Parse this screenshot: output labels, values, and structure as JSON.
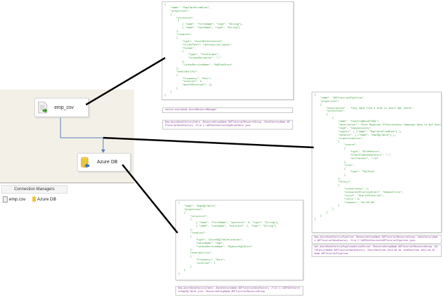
{
  "ssis": {
    "source_node": "emp_csv",
    "dest_node": "Azure DB",
    "connection_managers_tab": "Connection Managers",
    "connections": [
      "emp.csv",
      "Azure DB"
    ]
  },
  "blob_table": {
    "json": [
      "{",
      "    \"name\": \"EmpTableFromBlob\",",
      "    \"properties\":",
      "    {",
      "        \"structure\":",
      "         [",
      "            { \"name\": \"FirstName\", \"type\": \"String\"},",
      "            { \"name\": \"LastName\", \"type\": \"String\"}",
      "        ],",
      "        \"location\":",
      "        {",
      "            \"type\": \"AzureBlobLocation\",",
      "            \"folderPath\": \"adftutorial/input\",",
      "            \"format\":",
      "            {",
      "                \"type\": \"TextFormat\",",
      "                \"columnDelimiter\": \",\"",
      "            },",
      "            \"linkedServiceName\": \"MyBlobStore\"",
      "        },",
      "        \"availability\":",
      "        {",
      "            \"frequency\": \"hour\",",
      "            \"interval\": 1,",
      "            \"waitOnExternal\": {}",
      "        }",
      "    }",
      "}"
    ],
    "cmd1": "switch-azuremode AzureResourceManager",
    "cmd2": "New-AzureDataFactoryTable -ResourceGroupName ADFTutorialResourceGroup -DataFactoryName ADFTutorialDataFactory -File C:\\ADFGetStarted\\EmpBlobTable.json"
  },
  "pipeline": {
    "json": [
      "{",
      "    \"name\": \"ADFTutorialPipeline\",",
      "    \"properties\":",
      "    {",
      "        \"description\" : \"Copy data from a blob to Azure SQL table\",",
      "        \"activities\":",
      "        [",
      "            {",
      "                \"name\": \"CopyFromBlobToSQL\",",
      "                \"description\": \"Push Regional Effectiveness Campaign data to Sql Azure\",",
      "                \"type\": \"CopyActivity\",",
      "                \"inputs\": [ {\"name\": \"EmpTableFromBlob\"} ],",
      "                \"outputs\": [ {\"name\": \"EmpSQLTable\"} ],",
      "                \"transformation\":",
      "                {",
      "                    \"source\":",
      "                    {",
      "                        \"type\": \"BlobSource\",",
      "                        \"blobColumnSeparators\": \",\",",
      "                        \"nullValues\": \"\\\\N\"",
      "                    },",
      "                    \"sink\":",
      "                    {",
      "                        \"type\": \"SqlSink\"",
      "                    }",
      "                },",
      "                \"Policy\":",
      "                {",
      "                    \"concurrency\": 1,",
      "                    \"executionPriorityOrder\": \"NewestFirst\",",
      "                    \"style\": \"StartOfInterval\",",
      "                    \"retry\": 0,",
      "                    \"timeout\": \"01:00:00\"",
      "                }",
      "            }",
      "        ]",
      "    }",
      "}"
    ],
    "cmd1": "New-AzureDataFactoryPipeline -ResourceGroupName ADFTutorialResourceGroup -DataFactoryName ADFTutorialDataFactory -File C:\\ADFGetStarted\\ADFTutorialPipeline.json",
    "cmd2": "Set-AzureDataFactoryPipelineActivePeriod -ResourceGroupName ADFTutorialResourceGroup -DataFactoryName ADFTutorialDataFactory -StartDateTime 2014-09-29 -EndDateTime 2014-09-30 -Name ADFTutorialPipeline"
  },
  "sql_table": {
    "json": [
      "{",
      "    \"name\": \"EmpSQLTable\",",
      "    \"properties\":",
      "    {",
      "        \"structure\":",
      "        [",
      "            { \"name\": \"FirstName\", \"position\": 0, \"type\": \"String\"},",
      "            { \"name\": \"LastName\", \"position\": 1, \"type\": \"String\"}",
      "        ],",
      "        \"location\":",
      "        {",
      "            \"type\": \"AzureSQLTableLocation\",",
      "            \"tableName\": \"emp\",",
      "            \"linkedServiceName\": \"MyAzureSQLStore\"",
      "        },",
      "        \"availability\":",
      "        {",
      "            \"frequency\": \"Hour\",",
      "            \"interval\": 1",
      "        }",
      "    }",
      "}"
    ],
    "cmd1": "New-AzureDataFactoryTable -DataFactoryName ADFTutorialDataFactory -File C:\\ADFGetStarted\\EmpSQLTable.json -ResourceGroupName ADFTutorialResourceGroup"
  }
}
